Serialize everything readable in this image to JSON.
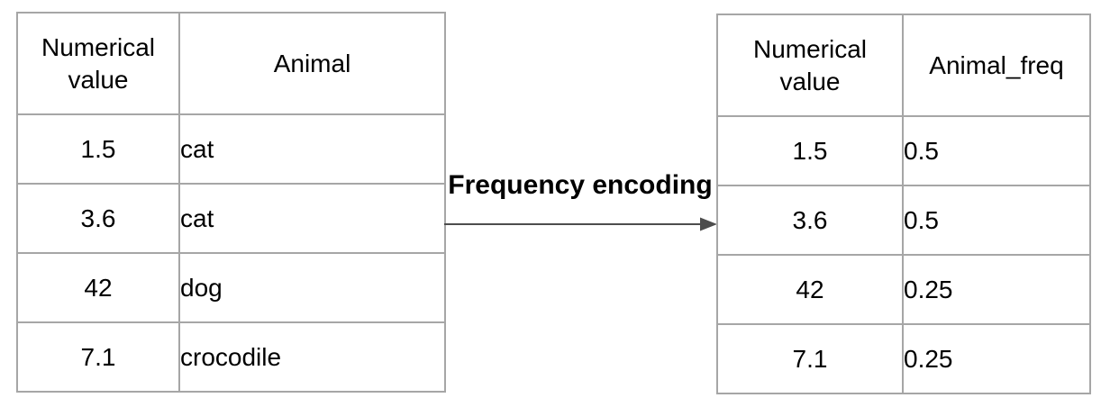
{
  "colors": {
    "background": "#ffffff",
    "table_border": "#a6a6a6",
    "text": "#000000",
    "arrow": "#4d4d4d"
  },
  "transform": {
    "label": "Frequency encoding"
  },
  "left_table": {
    "headers": [
      "Numerical value",
      "Animal"
    ],
    "rows": [
      [
        "1.5",
        "cat"
      ],
      [
        "3.6",
        "cat"
      ],
      [
        "42",
        "dog"
      ],
      [
        "7.1",
        "crocodile"
      ]
    ]
  },
  "right_table": {
    "headers": [
      "Numerical value",
      "Animal_freq"
    ],
    "rows": [
      [
        "1.5",
        "0.5"
      ],
      [
        "3.6",
        "0.5"
      ],
      [
        "42",
        "0.25"
      ],
      [
        "7.1",
        "0.25"
      ]
    ]
  }
}
